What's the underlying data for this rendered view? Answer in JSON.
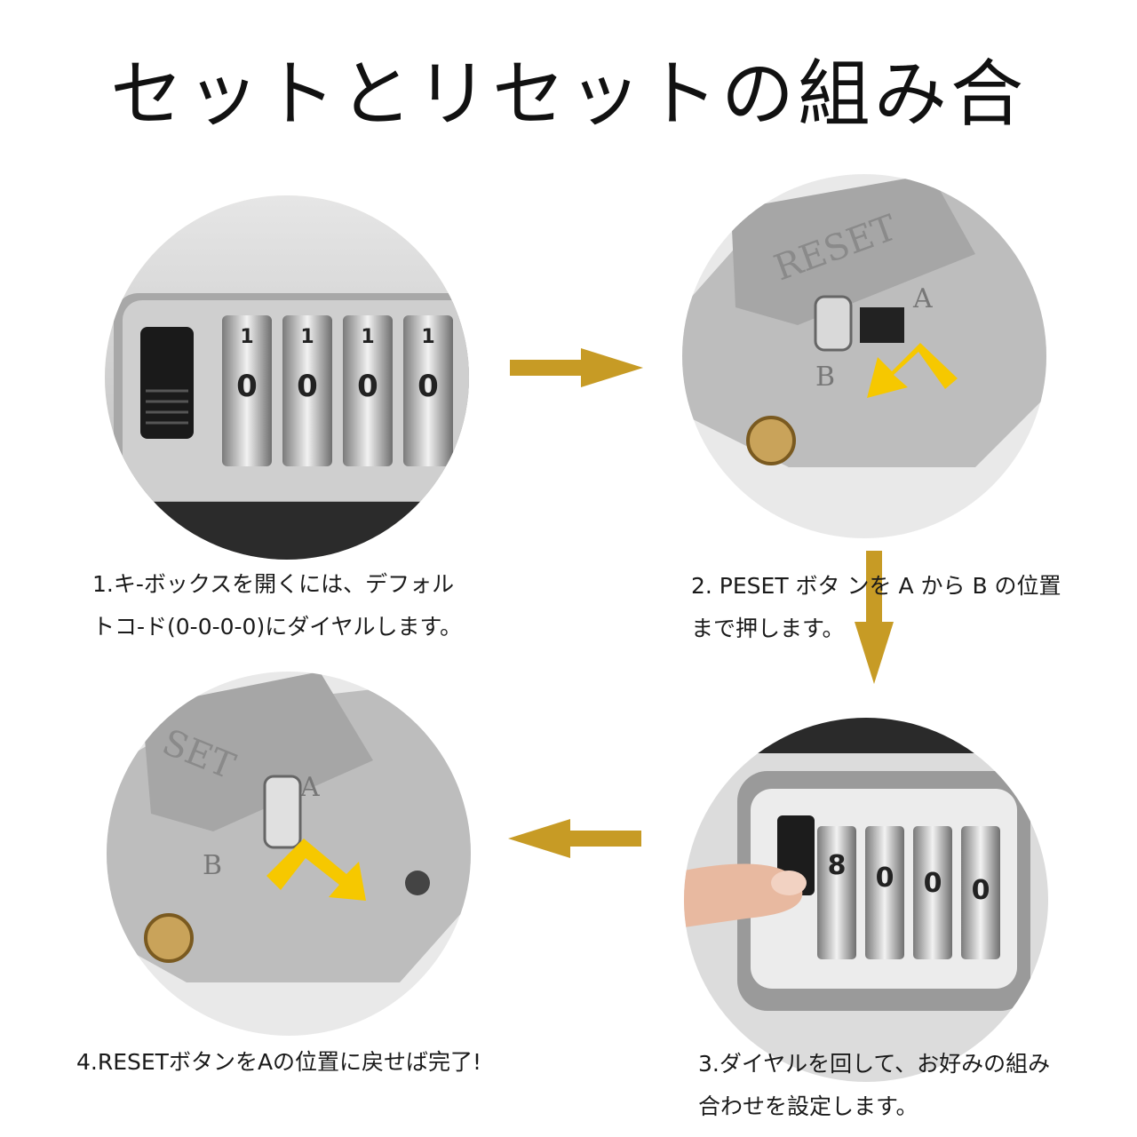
{
  "title": "セットとリセットの組み合",
  "colors": {
    "arrow": "#C79B25",
    "ring": "#E2B23A",
    "guide_arrow": "#F6C800",
    "metal_light": "#D3D3D3",
    "metal_dark": "#8C8C8C"
  },
  "steps": [
    {
      "id": 1,
      "caption_lines": [
        "1.キ-ボックスを開くには、デフォル",
        "トコ-ド(0-0-0-0)にダイヤルします。"
      ],
      "dial_digits_top": [
        "1",
        "1",
        "1",
        "1"
      ],
      "dial_digits_center": [
        "0",
        "0",
        "0",
        "0"
      ]
    },
    {
      "id": 2,
      "caption_lines": [
        "2. PESET ボタ ンを A から B の位置",
        "まで押します。"
      ],
      "engraved_label": "RESET",
      "position_a": "A",
      "position_b": "B"
    },
    {
      "id": 3,
      "caption_lines": [
        "3.ダイヤルを回して、お好みの組み",
        "合わせを設定します。"
      ],
      "dial_digits_center": [
        "8",
        "0",
        "0",
        "0"
      ]
    },
    {
      "id": 4,
      "caption_lines": [
        "4.RESETボタンをAの位置に戻せば完了!"
      ],
      "engraved_label": "SET",
      "position_a": "A",
      "position_b": "B"
    }
  ],
  "icons": [
    "arrow-right-icon",
    "arrow-down-icon",
    "arrow-left-icon",
    "curved-arrow-icon"
  ]
}
